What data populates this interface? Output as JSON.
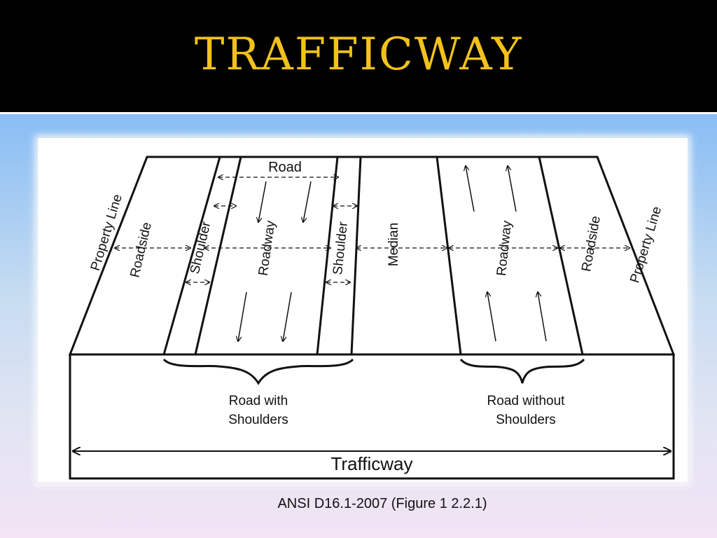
{
  "slide": {
    "title": "TRAFFICWAY",
    "caption": "ANSI D16.1-2007 (Figure 1 2.2.1)"
  },
  "diagram": {
    "labels": {
      "road": "Road",
      "property_line_left": "Property Line",
      "roadside_left": "Roadside",
      "shoulder_left": "Shoulder",
      "roadway_left": "Roadway",
      "shoulder_right": "Shoulder",
      "median": "Median",
      "roadway_right": "Roadway",
      "roadside_right": "Roadside",
      "property_line_right": "Property Line",
      "road_with_shoulders_line1": "Road with",
      "road_with_shoulders_line2": "Shoulders",
      "road_without_shoulders_line1": "Road without",
      "road_without_shoulders_line2": "Shoulders",
      "trafficway": "Trafficway"
    }
  },
  "colors": {
    "title": "#f2c21b",
    "header_background": "#000000",
    "line": "#111111"
  }
}
